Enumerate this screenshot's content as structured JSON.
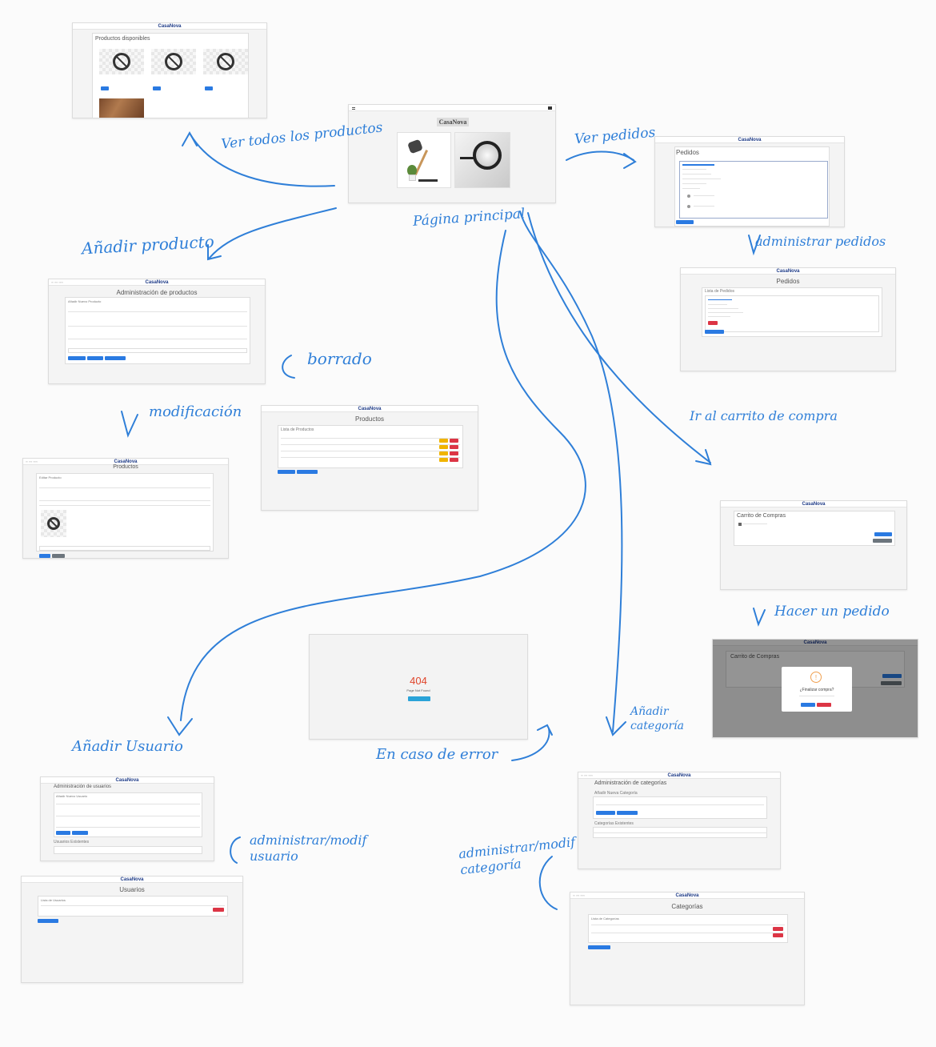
{
  "brand": "CasaNova",
  "screens": {
    "productos": {
      "title": "Productos disponibles"
    },
    "home": {
      "brand": "CasaNova"
    },
    "pedidos": {
      "title": "Pedidos",
      "button": "Ir al inicio"
    },
    "admin_pedidos": {
      "title": "Pedidos",
      "list_title": "Lista de Pedidos"
    },
    "admin_productos": {
      "title": "Administración de productos",
      "form_title": "Añadir Nuevo Producto"
    },
    "lista_productos": {
      "title": "Productos",
      "list_title": "Lista de Productos"
    },
    "editar_producto": {
      "title": "Productos",
      "form_title": "Editar Producto"
    },
    "carrito": {
      "title": "Carrito de Compras"
    },
    "carrito_modal": {
      "title": "Carrito de Compras",
      "question": "¿Finalizar compra?"
    },
    "error": {
      "code": "404",
      "message": "Page Not Found"
    },
    "admin_usuarios": {
      "title": "Administración de usuarios",
      "form_title": "Añadir Nuevo Usuario",
      "section": "Usuarios Existentes"
    },
    "usuarios": {
      "title": "Usuarios",
      "list_title": "Lista de Usuarios"
    },
    "admin_categorias": {
      "title": "Administración de categorías",
      "form_title": "Añadir Nueva Categoría",
      "section": "Categorías Existentes"
    },
    "categorias": {
      "title": "Categorías",
      "list_title": "Lista de Categorías"
    }
  },
  "annotations": {
    "ver_productos": "Ver todos los productos",
    "pagina_principal": "Página principal",
    "ver_pedidos": "Ver pedidos",
    "administrar_pedidos": "administrar pedidos",
    "anadir_producto": "Añadir producto",
    "borrado": "borrado",
    "modificacion": "modificación",
    "ir_carrito": "Ir al carrito de compra",
    "hacer_pedido": "Hacer un pedido",
    "anadir_usuario": "Añadir Usuario",
    "en_caso_error": "En caso de error",
    "anadir_categoria": "Añadir categoría",
    "administrar_usuario": "administrar/modif usuario",
    "administrar_categoria": "administrar/modif categoría"
  },
  "colors": {
    "annotation": "#2f7fd8",
    "accent": "#2a7ae2",
    "brand": "#1f3c88",
    "danger": "#dc3545",
    "error": "#e0452b"
  }
}
